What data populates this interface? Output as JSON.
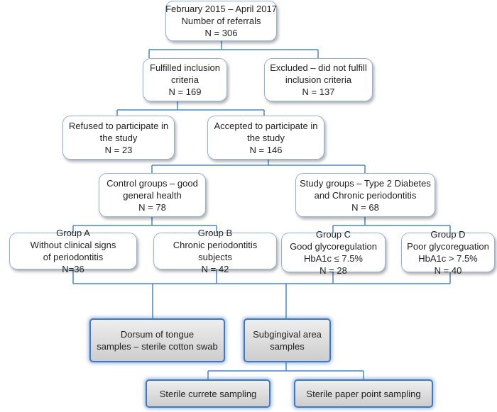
{
  "boxes": {
    "referrals": [
      "February 2015 – April 2017",
      "Number of referrals",
      "N = 306"
    ],
    "fulfilled": [
      "Fulfilled inclusion",
      "criteria",
      "N = 169"
    ],
    "excluded": [
      "Excluded – did not fulfill",
      "inclusion criteria",
      "N = 137"
    ],
    "refused": [
      "Refused to participate in",
      "the study",
      "N = 23"
    ],
    "accepted": [
      "Accepted to participate in",
      "the study",
      "N = 146"
    ],
    "control": [
      "Control groups – good",
      "general health",
      "N = 78"
    ],
    "study": [
      "Study groups – Type 2 Diabetes",
      "and Chronic periodontitis",
      "N = 68"
    ],
    "group_a": [
      "Group A",
      "Without clinical signs",
      "of periodontitis",
      "N=36"
    ],
    "group_b": [
      "Group B",
      "Chronic periodontitis",
      "subjects",
      "N = 42"
    ],
    "group_c": [
      "Group C",
      "Good glycoregulation",
      "HbA1c ≤ 7.5%",
      "N = 28"
    ],
    "group_d": [
      "Group D",
      "Poor glycoreguation",
      "HbA1c > 7.5%",
      "N = 40"
    ],
    "tongue": [
      "Dorsum of tongue",
      "samples – sterile cotton swab"
    ],
    "subgingival": [
      "Subgingival area",
      "samples"
    ],
    "currete": [
      "Sterile currete sampling"
    ],
    "paper_point": [
      "Sterile paper point sampling"
    ]
  },
  "colors": {
    "connector": "#4a86c5",
    "box_border": "#8fb3db",
    "sample_border": "#3f79c6"
  }
}
